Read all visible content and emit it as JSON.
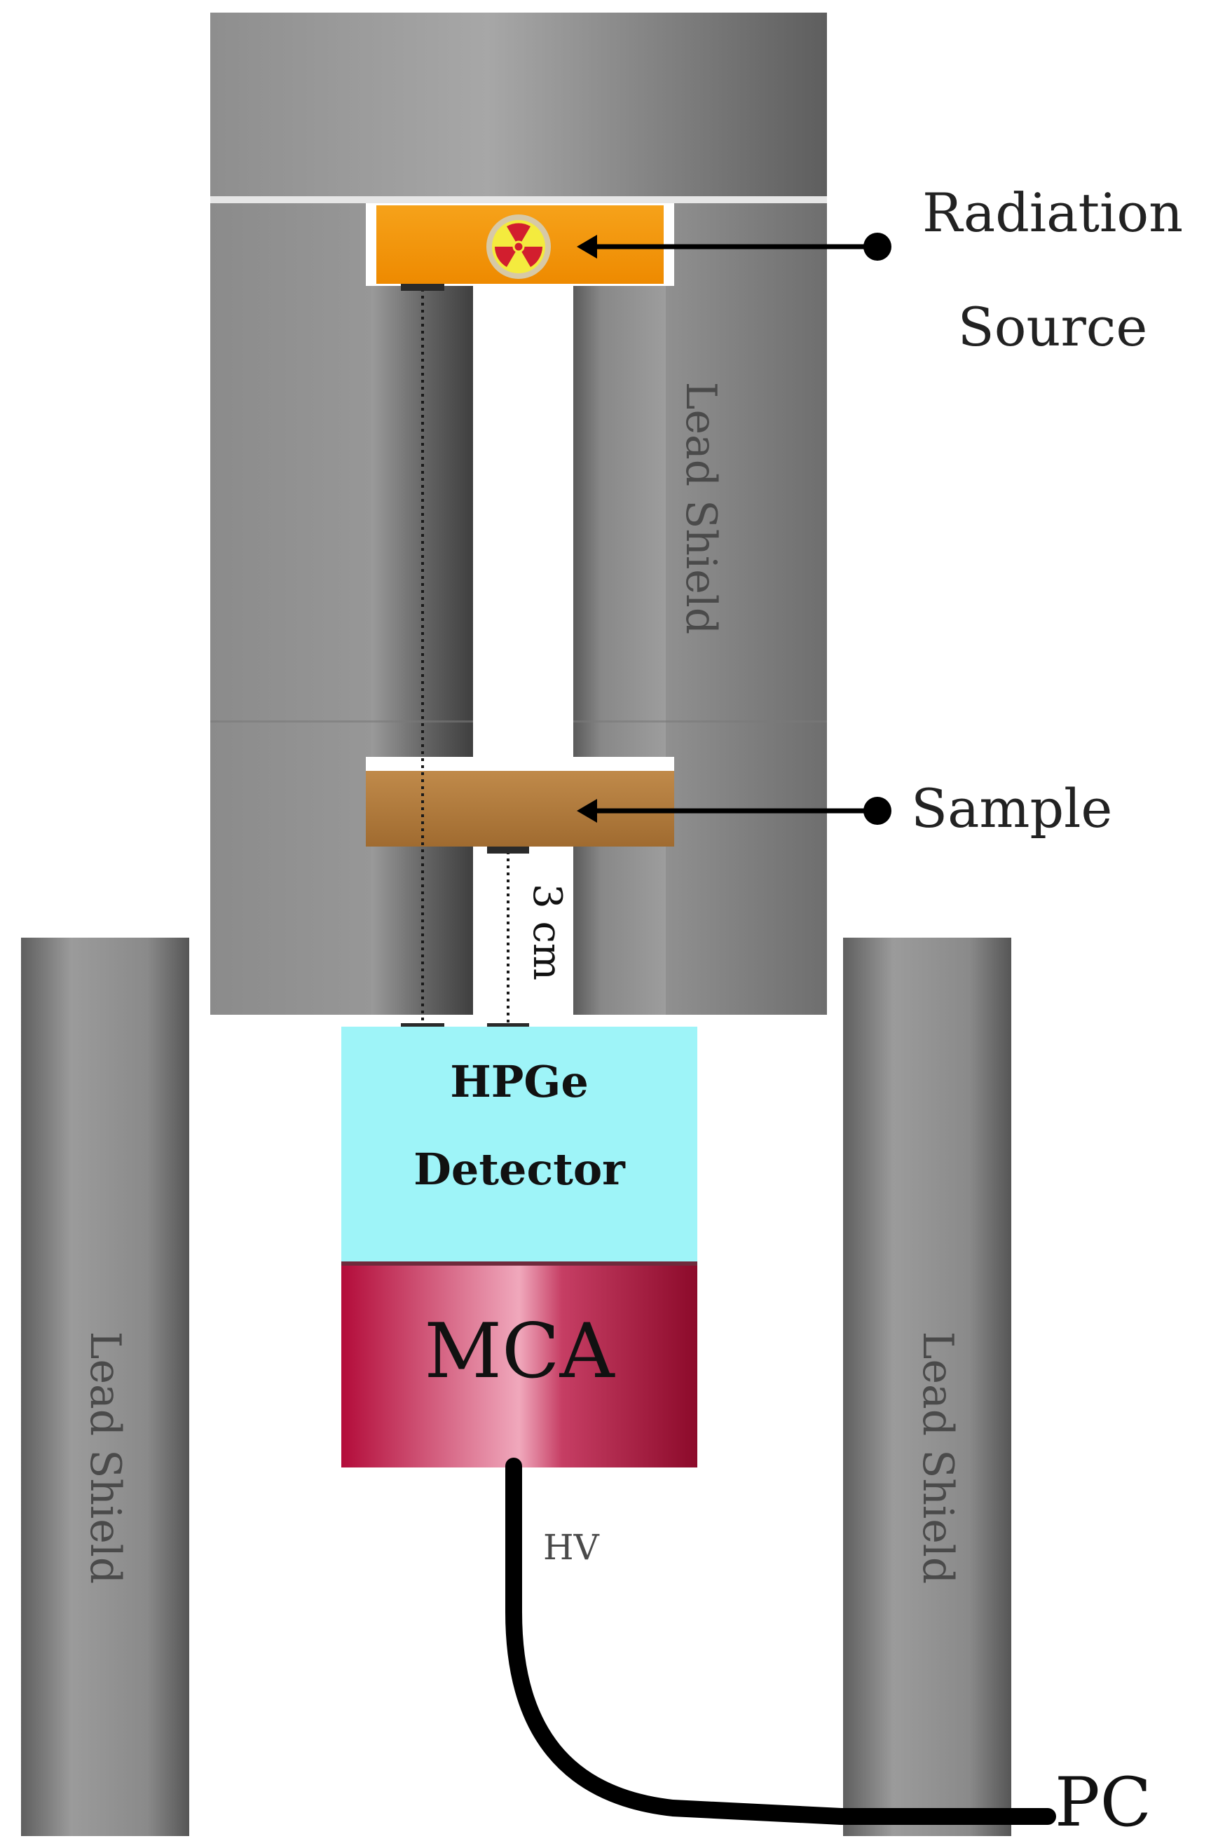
{
  "labels": {
    "radiation_source_line1": "Radiation",
    "radiation_source_line2": "Source",
    "sample": "Sample",
    "lead_shield_upper": "Lead Shield",
    "lead_shield_left": "Lead Shield",
    "lead_shield_right": "Lead Shield",
    "distance": "3 cm",
    "detector_line1": "HPGe",
    "detector_line2": "Detector",
    "mca": "MCA",
    "hv": "HV",
    "pc": "PC"
  },
  "icons": {
    "radiation": "radiation-trefoil-icon"
  },
  "colors": {
    "lead": "#8c8c8c",
    "source_holder": "#f29400",
    "sample": "#b07a3c",
    "detector": "#9ef4f8",
    "mca": "#b6103c",
    "cable": "#000000"
  }
}
